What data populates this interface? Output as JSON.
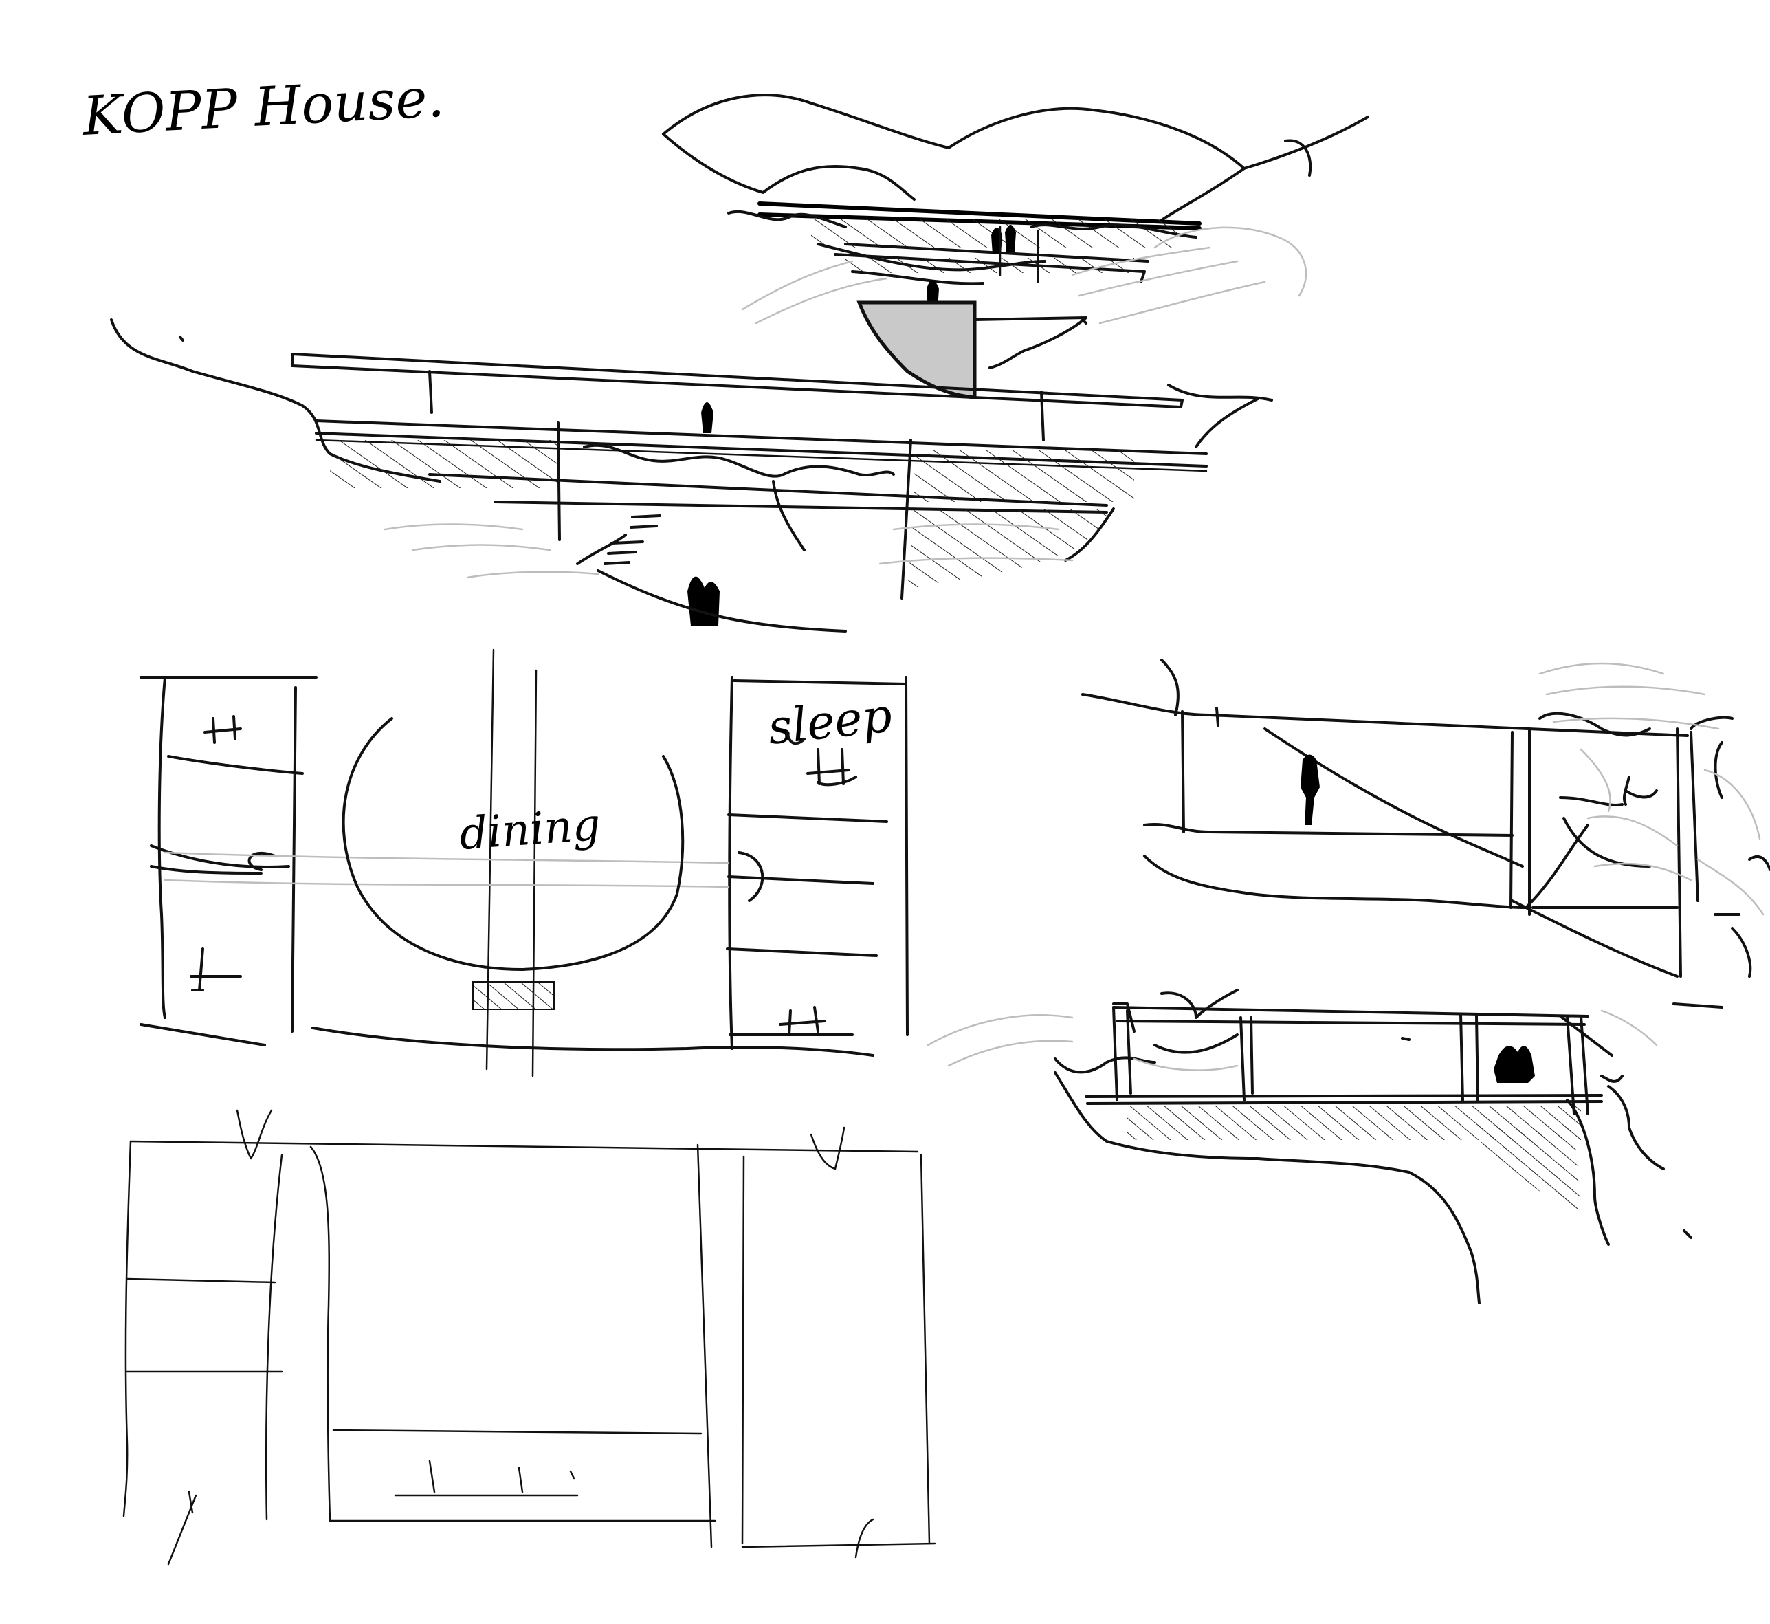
{
  "sheet": {
    "title": "KOPP House.",
    "labels": {
      "dining": "dining",
      "sleep": "sleep"
    },
    "ink_color": "#111111",
    "pencil_color": "#bdbdbd",
    "paper_color": "#ffffff"
  }
}
